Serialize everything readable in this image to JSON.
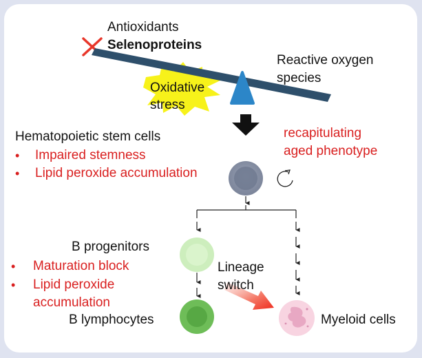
{
  "top": {
    "antioxidants": "Antioxidants",
    "selenoproteins": "Selenoproteins",
    "ros": [
      "Reactive oxygen",
      "species"
    ],
    "oxidative": [
      "Oxidative",
      "stress"
    ]
  },
  "hsc": {
    "title": "Hematopoietic stem cells",
    "bullets": [
      "Impaired stemness",
      "Lipid peroxide accumulation"
    ],
    "aged": [
      "recapitulating",
      "aged phenotype"
    ]
  },
  "bprog": {
    "title": "B progenitors",
    "bullets": [
      "Maturation block",
      "Lipid peroxide"
    ],
    "bullet_cont": "accumulation"
  },
  "lineage": [
    "Lineage",
    "switch"
  ],
  "bottom": {
    "b_lymph": "B lymphocytes",
    "myeloid": "Myeloid cells"
  },
  "colors": {
    "red_text": "#d91f1f",
    "seesaw": "#2e4f6b",
    "fulcrum": "#2c86c8",
    "burst": "#f7f21a",
    "hsc_cell": "#8a93a8",
    "b_prog_cell": "#c9ebb8",
    "b_lymph_cell": "#6dbb57",
    "myeloid_cell": "#f7d3e0"
  }
}
